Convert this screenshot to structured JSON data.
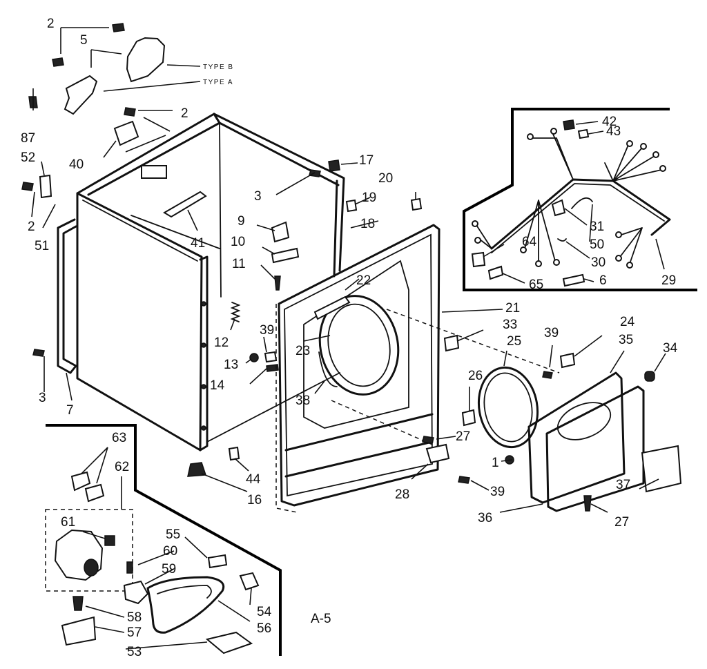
{
  "type_labels": {
    "type_b": "TYPE B",
    "type_a": "TYPE A"
  },
  "page_code": "A-5",
  "callouts": [
    {
      "id": "c-2a",
      "text": "2"
    },
    {
      "id": "c-5",
      "text": "5"
    },
    {
      "id": "c-87",
      "text": "87"
    },
    {
      "id": "c-52",
      "text": "52"
    },
    {
      "id": "c-2b",
      "text": "2"
    },
    {
      "id": "c-40",
      "text": "40"
    },
    {
      "id": "c-2c",
      "text": "2"
    },
    {
      "id": "c-51",
      "text": "51"
    },
    {
      "id": "c-17",
      "text": "17"
    },
    {
      "id": "c-20",
      "text": "20"
    },
    {
      "id": "c-19",
      "text": "19"
    },
    {
      "id": "c-3a",
      "text": "3"
    },
    {
      "id": "c-18",
      "text": "18"
    },
    {
      "id": "c-9",
      "text": "9"
    },
    {
      "id": "c-10",
      "text": "10"
    },
    {
      "id": "c-11",
      "text": "11"
    },
    {
      "id": "c-41",
      "text": "41"
    },
    {
      "id": "c-12",
      "text": "12"
    },
    {
      "id": "c-39a",
      "text": "39"
    },
    {
      "id": "c-13",
      "text": "13"
    },
    {
      "id": "c-14",
      "text": "14"
    },
    {
      "id": "c-3b",
      "text": "3"
    },
    {
      "id": "c-7",
      "text": "7"
    },
    {
      "id": "c-22",
      "text": "22"
    },
    {
      "id": "c-21",
      "text": "21"
    },
    {
      "id": "c-33",
      "text": "33"
    },
    {
      "id": "c-23",
      "text": "23"
    },
    {
      "id": "c-38",
      "text": "38"
    },
    {
      "id": "c-42",
      "text": "42"
    },
    {
      "id": "c-43",
      "text": "43"
    },
    {
      "id": "c-31",
      "text": "31"
    },
    {
      "id": "c-50",
      "text": "50"
    },
    {
      "id": "c-64",
      "text": "64"
    },
    {
      "id": "c-30",
      "text": "30"
    },
    {
      "id": "c-29",
      "text": "29"
    },
    {
      "id": "c-65",
      "text": "65"
    },
    {
      "id": "c-6",
      "text": "6"
    },
    {
      "id": "c-24",
      "text": "24"
    },
    {
      "id": "c-39b",
      "text": "39"
    },
    {
      "id": "c-35",
      "text": "35"
    },
    {
      "id": "c-34",
      "text": "34"
    },
    {
      "id": "c-25",
      "text": "25"
    },
    {
      "id": "c-26",
      "text": "26"
    },
    {
      "id": "c-27a",
      "text": "27"
    },
    {
      "id": "c-1",
      "text": "1"
    },
    {
      "id": "c-28",
      "text": "28"
    },
    {
      "id": "c-39c",
      "text": "39"
    },
    {
      "id": "c-36",
      "text": "36"
    },
    {
      "id": "c-37",
      "text": "37"
    },
    {
      "id": "c-27b",
      "text": "27"
    },
    {
      "id": "c-44",
      "text": "44"
    },
    {
      "id": "c-16",
      "text": "16"
    },
    {
      "id": "c-63",
      "text": "63"
    },
    {
      "id": "c-62",
      "text": "62"
    },
    {
      "id": "c-61",
      "text": "61"
    },
    {
      "id": "c-55",
      "text": "55"
    },
    {
      "id": "c-60",
      "text": "60"
    },
    {
      "id": "c-59",
      "text": "59"
    },
    {
      "id": "c-58",
      "text": "58"
    },
    {
      "id": "c-57",
      "text": "57"
    },
    {
      "id": "c-53",
      "text": "53"
    },
    {
      "id": "c-54",
      "text": "54"
    },
    {
      "id": "c-56",
      "text": "56"
    }
  ]
}
